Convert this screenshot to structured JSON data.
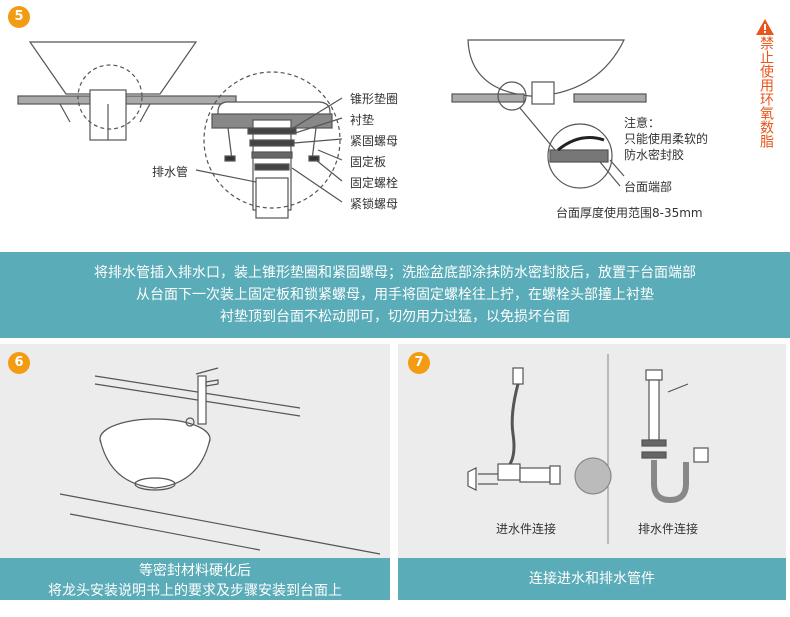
{
  "step5": {
    "number": "5",
    "labels": [
      "锥形垫圈",
      "衬垫",
      "紧固螺母",
      "固定板",
      "固定螺栓",
      "紧锁螺母"
    ],
    "drain_pipe": "排水管",
    "note_title": "注意：",
    "note_line1": "只能使用柔软的",
    "note_line2": "防水密封胶",
    "counter_end": "台面端部",
    "thickness": "台面厚度使用范围8-35mm",
    "warning": "禁止使用环氧数脂",
    "caption_line1": "将排水管插入排水口，装上锥形垫圈和紧固螺母；洗脸盆底部涂抹防水密封胶后，放置于台面端部",
    "caption_line2": "从台面下一次装上固定板和锁紧螺母，用手将固定螺栓往上拧，在螺栓头部撞上衬垫",
    "caption_line3": "衬垫顶到台面不松动即可，切勿用力过猛，以免损坏台面"
  },
  "step6": {
    "number": "6",
    "caption_line1": "等密封材料硬化后",
    "caption_line2": "将龙头安装说明书上的要求及步骤安装到台面上"
  },
  "step7": {
    "number": "7",
    "inlet_label": "进水件连接",
    "drain_label": "排水件连接",
    "caption": "连接进水和排水管件"
  },
  "colors": {
    "teal": "#5aacb8",
    "badge": "#f39c12",
    "warning": "#e8561b",
    "panel_bg": "#ececec"
  }
}
